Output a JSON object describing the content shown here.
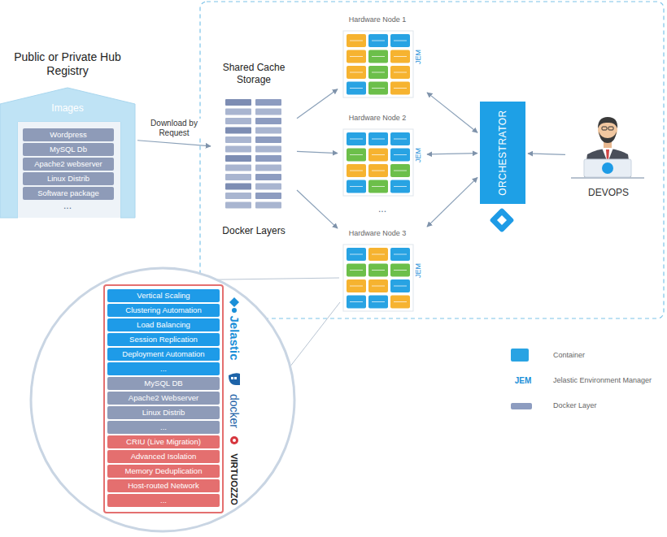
{
  "diagram": {
    "nodes": [
      {
        "text": [
          "Public or Private Hub Registry",
          "Images"
        ]
      },
      {
        "text": [
          "Wordpress"
        ],
        "in": 0
      },
      {
        "text": [
          "MySQL Db"
        ],
        "in": 0
      },
      {
        "text": [
          "Apache2 webserver"
        ],
        "in": 0
      },
      {
        "text": [
          "Linux Distrib"
        ],
        "in": 0
      },
      {
        "text": [
          "Software package"
        ],
        "in": 0
      },
      {
        "text": [
          "Shared Cache Storage",
          "Docker Layers"
        ]
      },
      {
        "text": [
          "Hardware Node 1",
          "JEM"
        ]
      },
      {
        "text": [
          "Hardware Node 2",
          "JEM"
        ]
      },
      {
        "text": [
          "Hardware Node 3",
          "JEM"
        ]
      },
      {
        "text": [
          "ORCHESTRATOR"
        ]
      },
      {
        "text": [
          "DEVOPS"
        ]
      },
      {
        "text": [
          "Vertical Scaling"
        ]
      },
      {
        "text": [
          "Clustering Automation"
        ]
      },
      {
        "text": [
          "Load Balancing"
        ]
      },
      {
        "text": [
          "Session Replication"
        ]
      },
      {
        "text": [
          "Deployment Automation"
        ]
      },
      {
        "text": [
          "..."
        ]
      },
      {
        "text": [
          "MySQL DB"
        ]
      },
      {
        "text": [
          "Apache2 Webserver"
        ]
      },
      {
        "text": [
          "Linux Distrib"
        ]
      },
      {
        "text": [
          "..."
        ]
      },
      {
        "text": [
          "CRIU (Live Migration)"
        ]
      },
      {
        "text": [
          "Advanced Isolation"
        ]
      },
      {
        "text": [
          "Memory Deduplication"
        ]
      },
      {
        "text": [
          "Host-routed Network"
        ]
      },
      {
        "text": [
          "..."
        ]
      }
    ],
    "edges": [
      {
        "from": 0,
        "to": 6,
        "label": "Download by Request",
        "arrow": "to"
      },
      {
        "from": 6,
        "to": 7,
        "arrow": "to"
      },
      {
        "from": 6,
        "to": 8,
        "arrow": "to"
      },
      {
        "from": 6,
        "to": 9,
        "arrow": "to"
      },
      {
        "from": 7,
        "to": 10,
        "arrow": "both"
      },
      {
        "from": 8,
        "to": 10,
        "arrow": "both"
      },
      {
        "from": 9,
        "to": 10,
        "arrow": "both"
      },
      {
        "from": 11,
        "to": 10,
        "arrow": "to"
      }
    ],
    "labels": [
      "...",
      "...",
      "Jelastic",
      "docker",
      "VIRTUOZZO",
      "JEM"
    ],
    "legend": [
      {
        "text": "Container",
        "color": "#29a3e3"
      },
      {
        "text": "Jelastic Environment Manager"
      },
      {
        "text": "Docker Layer",
        "color": "#8d9cc0"
      }
    ]
  }
}
